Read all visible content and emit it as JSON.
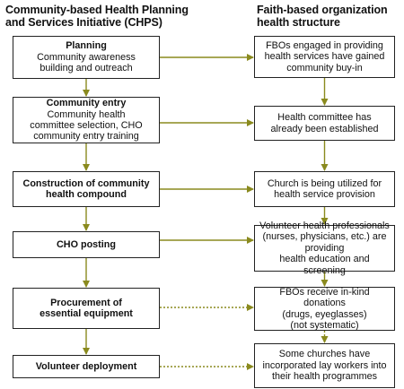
{
  "headers": {
    "left": [
      "Community-based Health Planning",
      "and Services Initiative (CHPS)"
    ],
    "right": [
      "Faith-based organization",
      "health structure"
    ]
  },
  "colors": {
    "arrow": "#8a8a1e",
    "border": "#222222",
    "text": "#111111"
  },
  "left_boxes": [
    {
      "title": "Planning",
      "lines": [
        "Community awareness",
        "building and outreach"
      ]
    },
    {
      "title": "Community entry",
      "lines": [
        "Community health",
        "committee selection, CHO",
        "community entry training"
      ]
    },
    {
      "title": "Construction of community",
      "lines": [
        "health compound"
      ]
    },
    {
      "title": "CHO posting",
      "lines": []
    },
    {
      "title": "Procurement of",
      "lines": [
        "essential equipment"
      ]
    },
    {
      "title": "Volunteer deployment",
      "lines": []
    }
  ],
  "right_boxes": [
    {
      "lines": [
        "FBOs engaged in providing",
        "health services have gained",
        "community buy-in"
      ]
    },
    {
      "lines": [
        "Health committee has",
        "already been established"
      ]
    },
    {
      "lines": [
        "Church is being utilized for",
        "health service provision"
      ]
    },
    {
      "lines": [
        "Volunteer health professionals",
        "(nurses, physicians, etc.) are providing",
        "health education and screening"
      ]
    },
    {
      "lines": [
        "FBOs receive in-kind donations",
        "(drugs, eyeglasses)",
        "(not systematic)"
      ]
    },
    {
      "lines": [
        "Some churches have",
        "incorporated lay workers into",
        "their health programmes"
      ]
    }
  ],
  "links": [
    {
      "from": 0,
      "to": 0,
      "style": "solid"
    },
    {
      "from": 1,
      "to": 1,
      "style": "solid"
    },
    {
      "from": 2,
      "to": 2,
      "style": "solid"
    },
    {
      "from": 3,
      "to": 3,
      "style": "solid"
    },
    {
      "from": 4,
      "to": 4,
      "style": "dotted"
    },
    {
      "from": 5,
      "to": 5,
      "style": "dotted"
    }
  ],
  "left_flow_style": "solid",
  "right_flow_styles": [
    "solid",
    "solid",
    "solid",
    "solid",
    "dotted"
  ]
}
